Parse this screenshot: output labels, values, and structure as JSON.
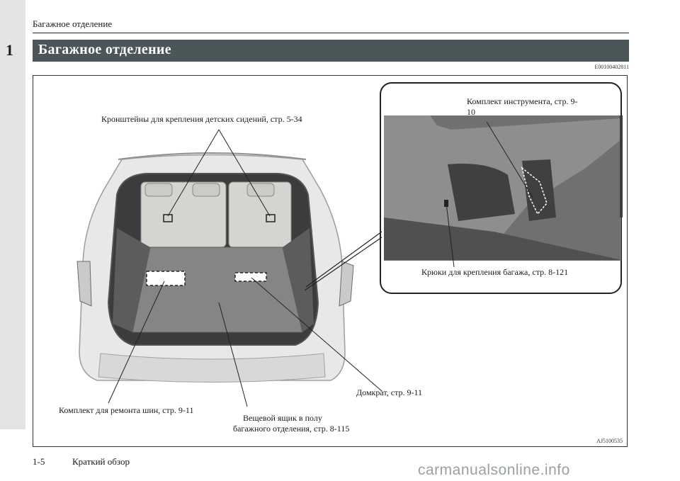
{
  "header": {
    "running_title": "Багажное отделение",
    "chapter_number": "1"
  },
  "section": {
    "title": "Багажное отделение",
    "code": "E00100402811"
  },
  "figure": {
    "labels": {
      "child_seat_brackets": "Кронштейны для крепления детских сидений, стр. 5-34",
      "tool_kit_line1": "Комплект инструмента, стр. 9-",
      "tool_kit_line2": "10",
      "luggage_hooks": "Крюки для крепления багажа, стр. 8-121",
      "jack": "Домкрат, стр. 9-11",
      "tire_repair_kit": "Комплект для ремонта шин, стр. 9-11",
      "underfloor_box_line1": "Вещевой ящик в полу",
      "underfloor_box_line2": "багажного отделения, стр. 8-115"
    },
    "code": "AJ5100535"
  },
  "footer": {
    "page_number": "1-5",
    "chapter_title": "Краткий обзор"
  },
  "watermark": "carmanualsonline.info"
}
